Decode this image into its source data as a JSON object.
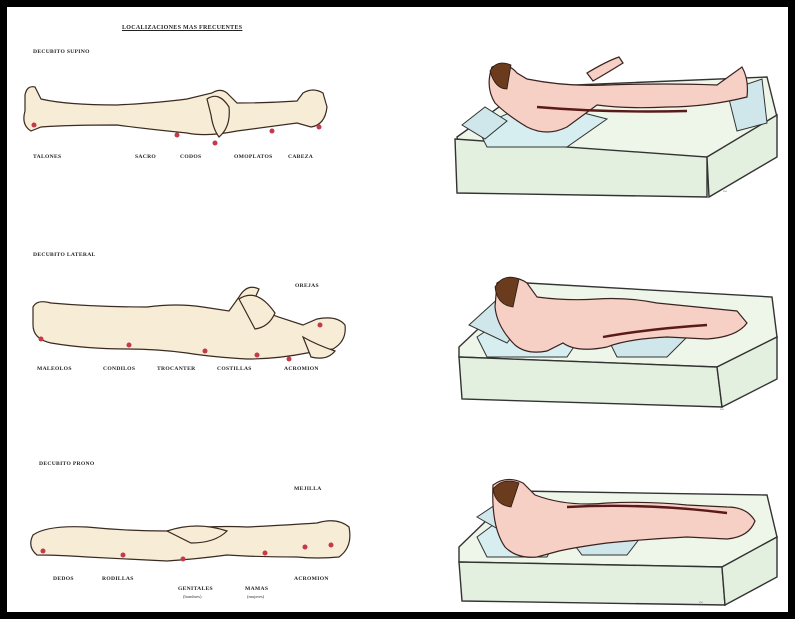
{
  "title": "LOCALIZACIONES MAS FRECUENTES",
  "positions": [
    {
      "name": "DECUBITO SUPINO",
      "points": [
        "TALONES",
        "SACRO",
        "CODOS",
        "OMOPLATOS",
        "CABEZA"
      ]
    },
    {
      "name": "DECUBITO LATERAL",
      "points": [
        "MALEOLOS",
        "CONDILOS",
        "TROCANTER",
        "COSTILLAS",
        "ACROMION",
        "OREJAS"
      ]
    },
    {
      "name": "DECUBITO PRONO",
      "points": [
        "DEDOS",
        "RODILLAS",
        "GENITALES",
        "MAMAS",
        "ACROMION",
        "MEJILLA"
      ],
      "notes": {
        "genitales": "(hombres)",
        "mamas": "(mujeres)"
      }
    }
  ],
  "colors": {
    "pressure_point": "#c53a4a",
    "mattress": "#eef6ea",
    "skin": "#f6cfc5",
    "frame": "#000000"
  },
  "signature_glyph": "firma"
}
